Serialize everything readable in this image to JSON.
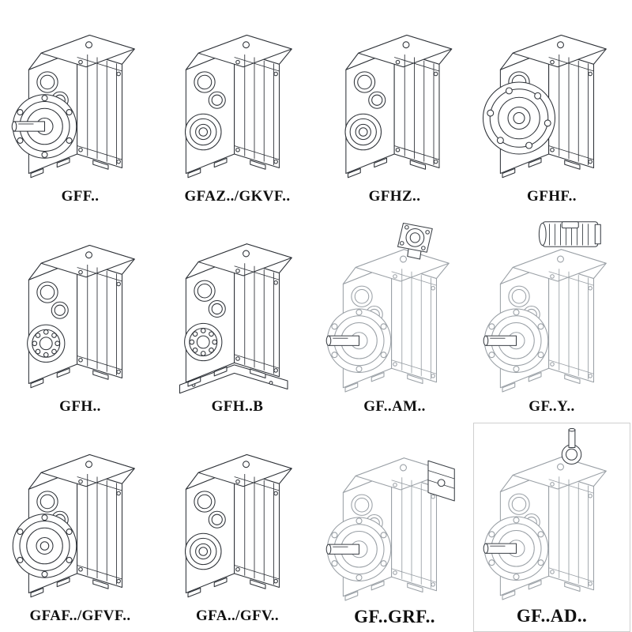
{
  "page": {
    "background": "#ffffff"
  },
  "colors": {
    "ink": "#2e3238",
    "dashed_line": "#9aa0a6",
    "paper": "#ffffff"
  },
  "grid": {
    "columns": 4,
    "rows": 3,
    "items": [
      {
        "label": "GFF..",
        "line_style": "solid"
      },
      {
        "label": "GFAZ../GKVF..",
        "line_style": "solid"
      },
      {
        "label": "GFHZ..",
        "line_style": "solid"
      },
      {
        "label": "GFHF..",
        "line_style": "solid"
      },
      {
        "label": "GFH..",
        "line_style": "solid"
      },
      {
        "label": "GFH..B",
        "line_style": "solid"
      },
      {
        "label": "GF..AM..",
        "line_style": "dashed"
      },
      {
        "label": "GF..Y..",
        "line_style": "dashed"
      },
      {
        "label": "GFAF../GFVF..",
        "line_style": "solid"
      },
      {
        "label": "GFA../GFV..",
        "line_style": "solid"
      },
      {
        "label": "GF..GRF..",
        "line_style": "dashed"
      },
      {
        "label": "GF..AD..",
        "line_style": "dashed"
      }
    ]
  }
}
